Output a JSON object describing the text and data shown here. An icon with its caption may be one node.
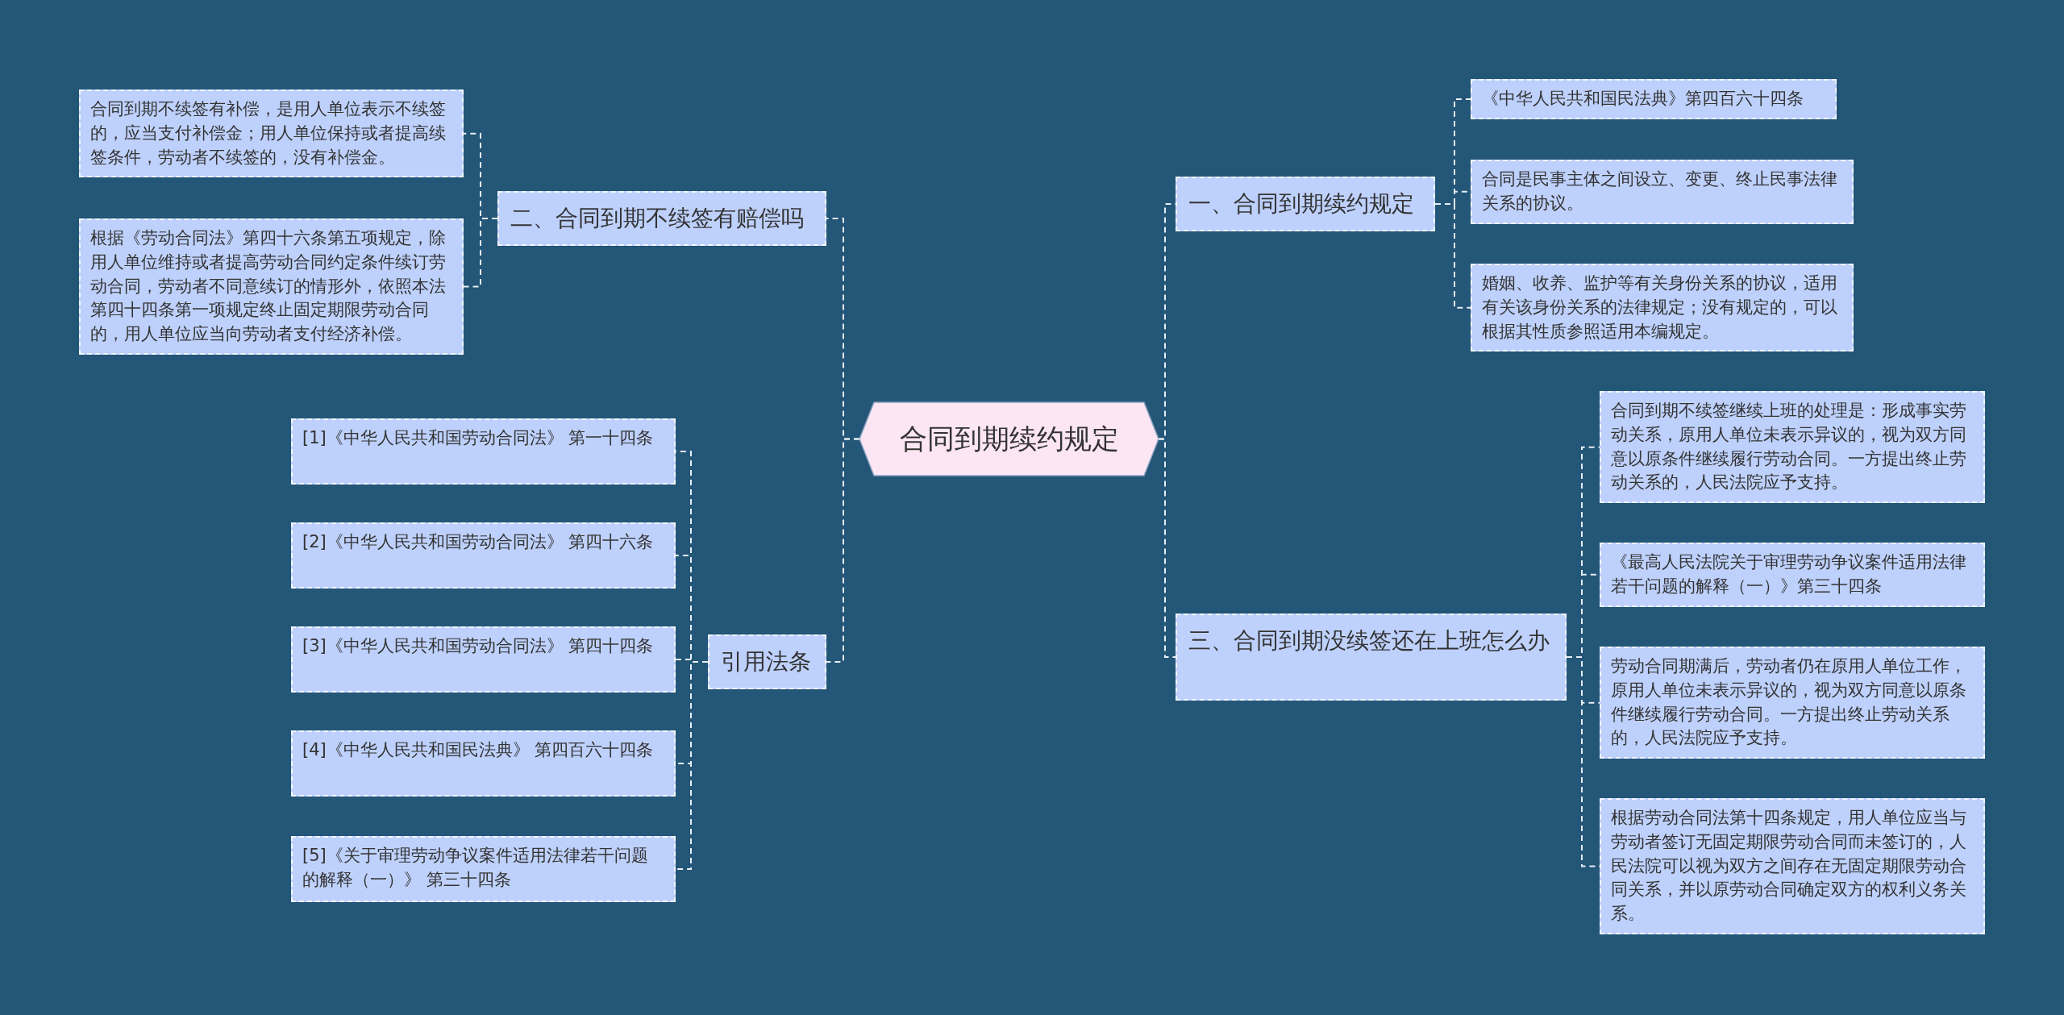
{
  "diagram": {
    "nodes": [
      {
        "text": [
          "合同到期续约规定"
        ]
      },
      {
        "text": [
          "一、合同到期续约规定"
        ]
      },
      {
        "text": [
          "《中华人民共和国民法典》第四百六十四条"
        ]
      },
      {
        "text": [
          "合同是民事主体之间设立、变更、终止民事法律关系的协议。"
        ]
      },
      {
        "text": [
          "婚姻、收养、监护等有关身份关系的协议，适用有关该身份关系的法律规定；没有规定的，可以根据其性质参照适用本编规定。"
        ]
      },
      {
        "text": [
          "二、合同到期不续签有赔偿吗"
        ]
      },
      {
        "text": [
          "合同到期不续签有补偿，是用人单位表示不续签的，应当支付补偿金；用人单位保持或者提高续签条件，劳动者不续签的，没有补偿金。"
        ]
      },
      {
        "text": [
          "根据《劳动合同法》第四十六条第五项规定，除用人单位维持或者提高劳动合同约定条件续订劳动合同，劳动者不同意续订的情形外，依照本法第四十四条第一项规定终止固定期限劳动合同的，用人单位应当向劳动者支付经济补偿。"
        ]
      },
      {
        "text": [
          "三、合同到期没续签还在上班怎么办"
        ]
      },
      {
        "text": [
          "合同到期不续签继续上班的处理是：形成事实劳动关系，原用人单位未表示异议的，视为双方同意以原条件继续履行劳动合同。一方提出终止劳动关系的，人民法院应予支持。"
        ]
      },
      {
        "text": [
          "《最高人民法院关于审理劳动争议案件适用法律若干问题的解释（一）》第三十四条"
        ]
      },
      {
        "text": [
          "劳动合同期满后，劳动者仍在原用人单位工作，原用人单位未表示异议的，视为双方同意以原条件继续履行劳动合同。一方提出终止劳动关系的，人民法院应予支持。"
        ]
      },
      {
        "text": [
          "根据劳动合同法第十四条规定，用人单位应当与劳动者签订无固定期限劳动合同而未签订的，人民法院可以视为双方之间存在无固定期限劳动合同关系，并以原劳动合同确定双方的权利义务关系。"
        ]
      },
      {
        "text": [
          "引用法条"
        ]
      },
      {
        "text": [
          "[1]《中华人民共和国劳动合同法》 第一十四条"
        ]
      },
      {
        "text": [
          "[2]《中华人民共和国劳动合同法》 第四十六条"
        ]
      },
      {
        "text": [
          "[3]《中华人民共和国劳动合同法》 第四十四条"
        ]
      },
      {
        "text": [
          "[4]《中华人民共和国民法典》 第四百六十四条"
        ]
      },
      {
        "text": [
          "[5]《关于审理劳动争议案件适用法律若干问题的解释（一）》 第三十四条"
        ]
      }
    ],
    "edges": [
      {
        "from": 0,
        "to": 1,
        "arrow": "none"
      },
      {
        "from": 1,
        "to": 2,
        "arrow": "none"
      },
      {
        "from": 1,
        "to": 3,
        "arrow": "none"
      },
      {
        "from": 1,
        "to": 4,
        "arrow": "none"
      },
      {
        "from": 0,
        "to": 5,
        "arrow": "none"
      },
      {
        "from": 5,
        "to": 6,
        "arrow": "none"
      },
      {
        "from": 5,
        "to": 7,
        "arrow": "none"
      },
      {
        "from": 0,
        "to": 8,
        "arrow": "none"
      },
      {
        "from": 8,
        "to": 9,
        "arrow": "none"
      },
      {
        "from": 8,
        "to": 10,
        "arrow": "none"
      },
      {
        "from": 8,
        "to": 11,
        "arrow": "none"
      },
      {
        "from": 8,
        "to": 12,
        "arrow": "none"
      },
      {
        "from": 0,
        "to": 13,
        "arrow": "none"
      },
      {
        "from": 13,
        "to": 14,
        "arrow": "none"
      },
      {
        "from": 13,
        "to": 15,
        "arrow": "none"
      },
      {
        "from": 13,
        "to": 16,
        "arrow": "none"
      },
      {
        "from": 13,
        "to": 17,
        "arrow": "none"
      },
      {
        "from": 13,
        "to": 18,
        "arrow": "none"
      }
    ]
  }
}
